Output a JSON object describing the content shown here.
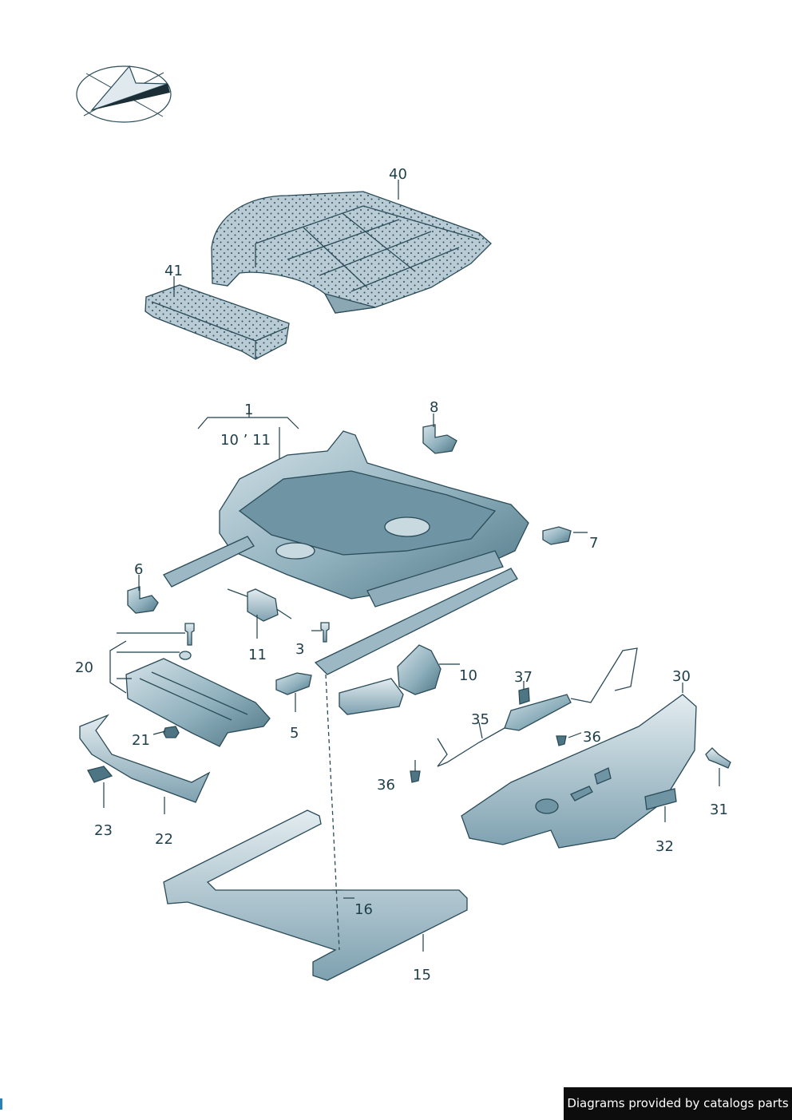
{
  "callouts": {
    "p40": "40",
    "p41": "41",
    "p1": "1",
    "p1_sub": "10 ’ 11",
    "p8": "8",
    "p7": "7",
    "p6": "6",
    "p20": "20",
    "p3": "3",
    "p11": "11",
    "p10": "10",
    "p5": "5",
    "p37": "37",
    "p30": "30",
    "p35": "35",
    "p36a": "36",
    "p36b": "36",
    "p21": "21",
    "p31": "31",
    "p23": "23",
    "p22": "22",
    "p32": "32",
    "p16": "16",
    "p15": "15"
  },
  "banner": {
    "text": "Diagrams provided by catalogs parts"
  },
  "colors": {
    "part_fill": "#a9c1cc",
    "part_dark": "#5f8594",
    "line": "#1f3f4a",
    "banner_bg": "#0d0d0d"
  },
  "icons": {
    "orientation": "compass-orientation-icon"
  }
}
